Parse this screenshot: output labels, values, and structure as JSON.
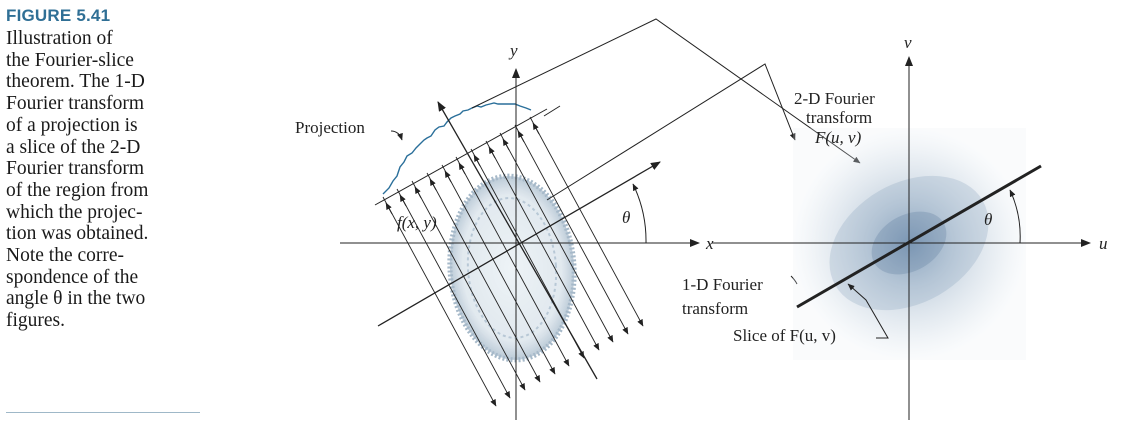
{
  "caption": {
    "figure_label": "FIGURE 5.41",
    "text": "Illustration of\nthe Fourier-slice\ntheorem. The 1-D\nFourier transform\nof a projection is\na slice of the 2-D\nFourier transform\nof the region from\nwhich the projec-\ntion was obtained.\nNote the corre-\nspondence of the\nangle θ in the two\nfigures."
  },
  "left_panel": {
    "axis_x_label": "x",
    "axis_y_label": "y",
    "projection_label": "Projection",
    "function_label": "f(x, y)",
    "angle_label": "θ"
  },
  "right_panel": {
    "axis_u_label": "u",
    "axis_v_label": "v",
    "ft2d_label_line1": "2-D Fourier",
    "ft2d_label_line2": "transform",
    "ft2d_label_line3": "F(u, v)",
    "ft1d_label_line1": "1-D Fourier",
    "ft1d_label_line2": "transform",
    "slice_label": "Slice of F(u, v)",
    "angle_label": "θ"
  },
  "colors": {
    "accent": "#2f6f95",
    "projection_curve": "#2a6f9a",
    "spectrum": "#8fa8c2"
  }
}
